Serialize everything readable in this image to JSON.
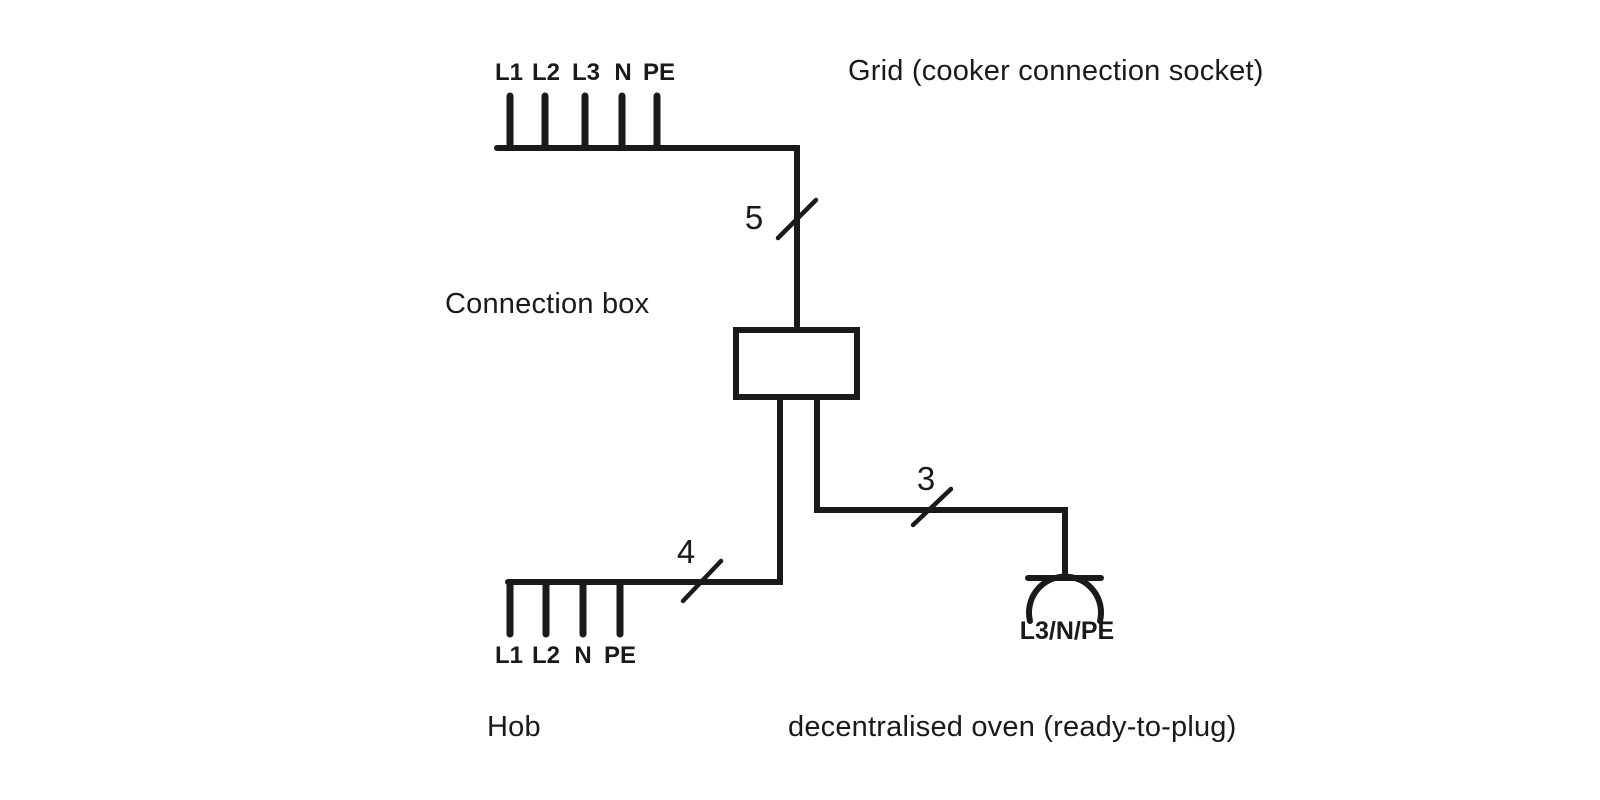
{
  "diagram": {
    "colors": {
      "line": "#1a1a1a",
      "background": "#ffffff"
    },
    "grid": {
      "label": "Grid (cooker connection socket)",
      "conductors": [
        "L1",
        "L2",
        "L3",
        "N",
        "PE"
      ],
      "conductor_count": "5"
    },
    "connection_box": {
      "label": "Connection box"
    },
    "hob": {
      "label": "Hob",
      "conductors": [
        "L1",
        "L2",
        "N",
        "PE"
      ],
      "conductor_count": "4"
    },
    "oven": {
      "label": "decentralised oven (ready-to-plug)",
      "conductor_count": "3",
      "socket_label": "L3/N/PE"
    }
  }
}
